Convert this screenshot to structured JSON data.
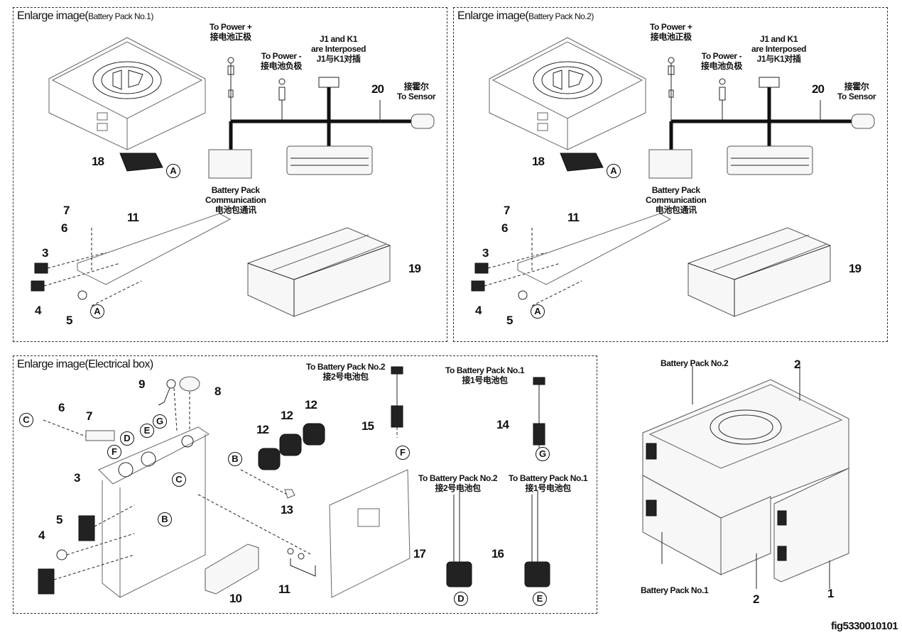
{
  "figure_id": "fig5330010101",
  "panels": {
    "pack1": {
      "title_main": "Enlarge image(",
      "title_sub": "Battery Pack No.1)",
      "harness": {
        "power_plus_en": "To Power +",
        "power_plus_cn": "接电池正极",
        "power_minus_en": "To Power -",
        "power_minus_cn": "接电池负极",
        "j1k1_line1": "J1 and K1",
        "j1k1_line2": "are Interposed",
        "j1k1_cn": "J1与K1对插",
        "sensor_cn": "接霍尔",
        "sensor_en": "To Sensor",
        "comm_line1": "Battery Pack",
        "comm_line2": "Communication",
        "comm_cn": "电池包通讯",
        "item_20": "20"
      },
      "callouts": [
        "18",
        "11",
        "7",
        "6",
        "3",
        "4",
        "5",
        "19"
      ],
      "ref_marks": [
        "A",
        "A"
      ]
    },
    "pack2": {
      "title_main": "Enlarge image(",
      "title_sub": "Battery Pack No.2)",
      "harness": {
        "power_plus_en": "To Power +",
        "power_plus_cn": "接电池正极",
        "power_minus_en": "To Power -",
        "power_minus_cn": "接电池负极",
        "j1k1_line1": "J1 and K1",
        "j1k1_line2": "are Interposed",
        "j1k1_cn": "J1与K1对插",
        "sensor_cn": "接霍尔",
        "sensor_en": "To Sensor",
        "comm_line1": "Battery Pack",
        "comm_line2": "Communication",
        "comm_cn": "电池包通讯",
        "item_20": "20"
      },
      "callouts": [
        "18",
        "11",
        "7",
        "6",
        "3",
        "4",
        "5",
        "19"
      ],
      "ref_marks": [
        "A",
        "A"
      ]
    },
    "ebox": {
      "title": "Enlarge image(Electrical box)",
      "callouts": {
        "c9": "9",
        "c8": "8",
        "c6": "6",
        "c7": "7",
        "c3": "3",
        "c5": "5",
        "c4": "4",
        "c10": "10",
        "c11": "11",
        "c12a": "12",
        "c12b": "12",
        "c12c": "12",
        "c13": "13",
        "c15": "15",
        "c14": "14",
        "c17": "17",
        "c16": "16"
      },
      "ref_marks": {
        "C1": "C",
        "D": "D",
        "E": "E",
        "G": "G",
        "F": "F",
        "C2": "C",
        "B1": "B",
        "B2": "B",
        "F2": "F",
        "G2": "G",
        "D2": "D",
        "E2": "E"
      },
      "to_pack2_en": "To Battery Pack No.2",
      "to_pack2_cn": "接2号电池包",
      "to_pack1_en": "To Battery Pack No.1",
      "to_pack1_cn": "接1号电池包",
      "to_pack2b_en": "To Battery Pack No.2",
      "to_pack2b_cn": "接2号电池包",
      "to_pack1b_en": "To Battery Pack No.1",
      "to_pack1b_cn": "接1号电池包"
    },
    "assembly": {
      "pack2_label": "Battery Pack No.2",
      "pack1_label": "Battery Pack No.1",
      "callout_2_top": "2",
      "callout_2_bottom": "2",
      "callout_1": "1"
    }
  }
}
